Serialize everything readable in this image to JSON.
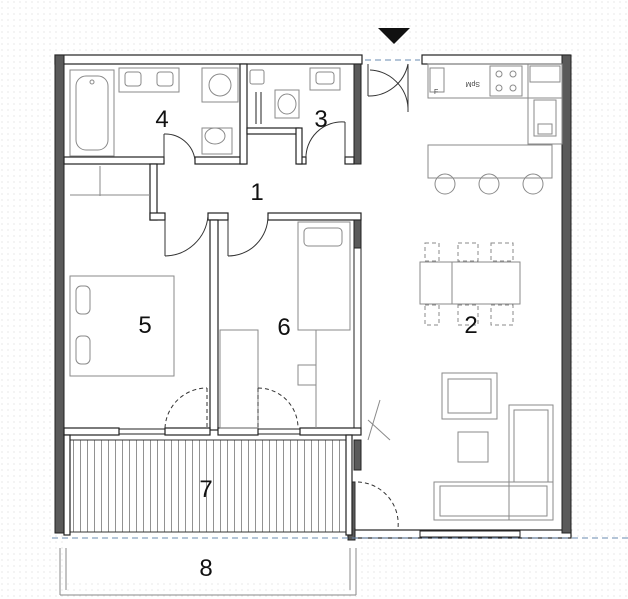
{
  "rooms": [
    {
      "number": "1"
    },
    {
      "number": "2"
    },
    {
      "number": "3"
    },
    {
      "number": "4"
    },
    {
      "number": "5"
    },
    {
      "number": "6"
    },
    {
      "number": "7"
    },
    {
      "number": "8"
    }
  ],
  "appliances": {
    "dishwasher_label": "SpM",
    "fridge_label": "F"
  },
  "icons": {
    "entrance": "entrance-arrow-icon"
  },
  "colors": {
    "wall_fill": "#5a5a5a",
    "window_line": "#6a8bb0",
    "furniture_line": "#8a8a8a"
  }
}
